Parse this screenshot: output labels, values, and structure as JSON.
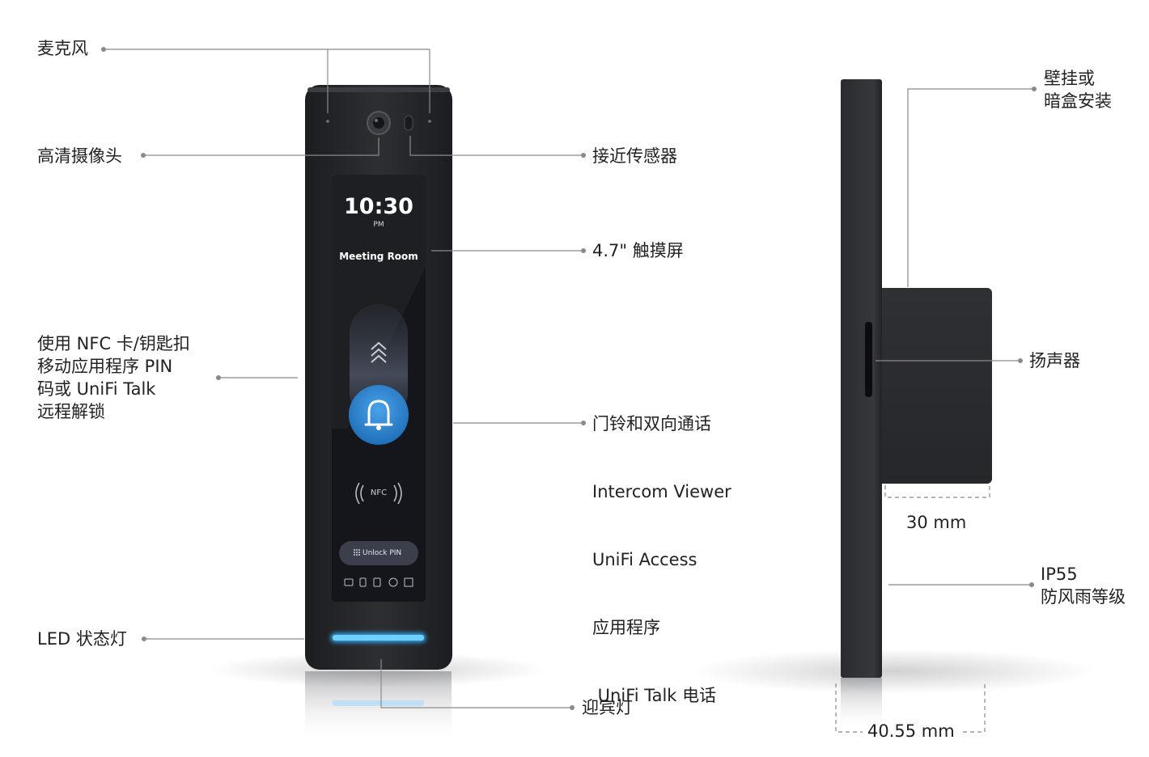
{
  "callouts": {
    "microphone": "麦克风",
    "camera": "高清摄像头",
    "proximity_sensor": "接近传感器",
    "touchscreen": "4.7\" 触摸屏",
    "unlock_methods": [
      "使用 NFC 卡/钥匙扣",
      "移动应用程序 PIN",
      "码或 UniFi Talk",
      "远程解锁"
    ],
    "doorbell_intercom": [
      "门铃和双向通话",
      "Intercom Viewer",
      "UniFi Access",
      "应用程序",
      " UniFi Talk 电话"
    ],
    "led_status": "LED 状态灯",
    "welcome_light": "迎宾灯",
    "mounting": [
      "壁挂或",
      "暗盒安装"
    ],
    "speaker": "扬声器",
    "rating": [
      "IP55",
      "防风雨等级"
    ]
  },
  "dimensions": {
    "depth": "30 mm",
    "thickness": "40.55 mm"
  },
  "screen": {
    "time": "10:30",
    "ampm": "PM",
    "room": "Meeting Room",
    "nfc": "NFC",
    "unlock_pin": "Unlock PIN"
  },
  "colors": {
    "device_body": "#2b2c30",
    "screen_bg": "#14161b",
    "bell_button": "#2e86cf",
    "led": "#2fb3ff",
    "leader_line": "#8a8a8a"
  }
}
